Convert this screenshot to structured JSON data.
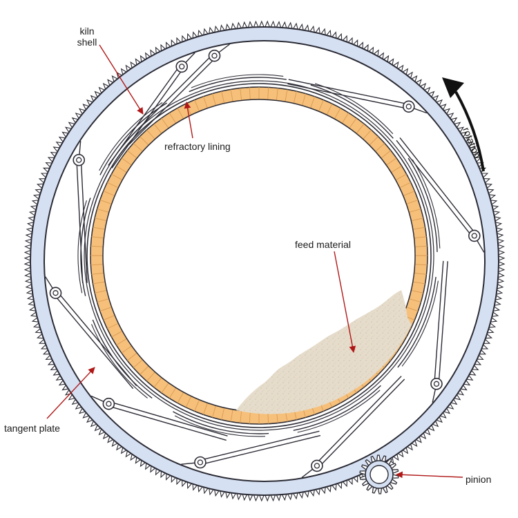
{
  "labels": {
    "kiln_shell_line1": "kiln",
    "kiln_shell_line2": "shell",
    "refractory_lining": "refractory lining",
    "feed_material": "feed material",
    "tangent_plate": "tangent plate",
    "pinion": "pinion",
    "rotation": "rotation"
  },
  "colors": {
    "girth_gear_band": "#d5e0f2",
    "outline": "#2b2b35",
    "refractory": "#f6c07a",
    "refractory_joint": "#d89a55",
    "feed_material": "#e6dccb",
    "leader_arrow": "#b01818",
    "rotation_arrow": "#111111"
  },
  "icons": {
    "rotation": "curved-arrow-counterclockwise-icon",
    "leader": "red-arrow-icon"
  }
}
